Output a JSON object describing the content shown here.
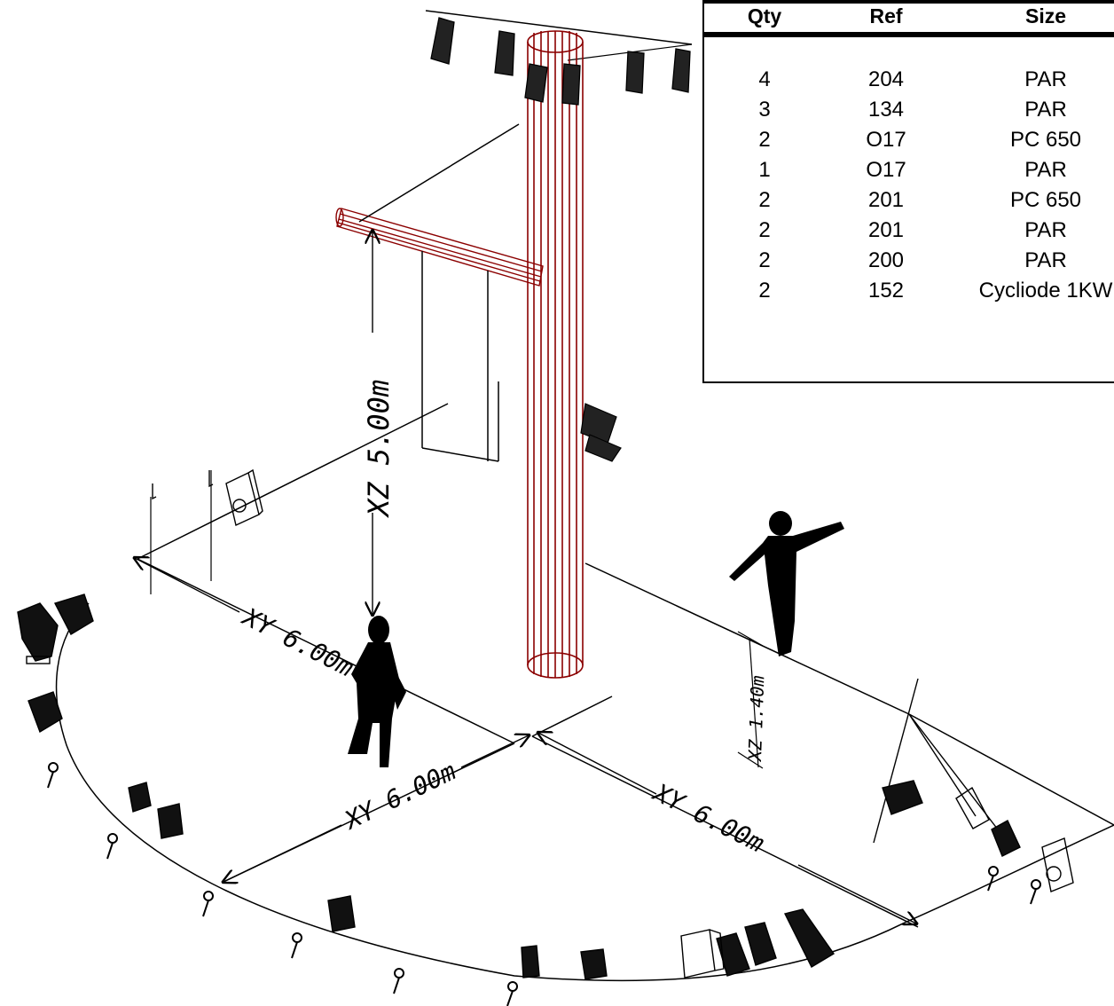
{
  "legend": {
    "headers": {
      "qty": "Qty",
      "ref": "Ref",
      "size": "Size"
    },
    "rows": [
      {
        "qty": "4",
        "ref": "204",
        "size": "PAR"
      },
      {
        "qty": "3",
        "ref": "134",
        "size": "PAR"
      },
      {
        "qty": "2",
        "ref": "O17",
        "size": "PC 650"
      },
      {
        "qty": "1",
        "ref": "O17",
        "size": "PAR"
      },
      {
        "qty": "2",
        "ref": "201",
        "size": "PC 650"
      },
      {
        "qty": "2",
        "ref": "201",
        "size": "PAR"
      },
      {
        "qty": "2",
        "ref": "200",
        "size": "PAR"
      },
      {
        "qty": "2",
        "ref": "152",
        "size": "Cycliode 1KW"
      }
    ]
  },
  "dimensions": {
    "height_pole": "XZ 5.00m",
    "radius_back_left": "XY 6.00m",
    "radius_front_left": "XY 6.00m",
    "radius_front_right": "XY 6.00m",
    "figure_height": "XZ 1.40m"
  },
  "colors": {
    "pole": "#8b0000",
    "lines": "#000000"
  }
}
